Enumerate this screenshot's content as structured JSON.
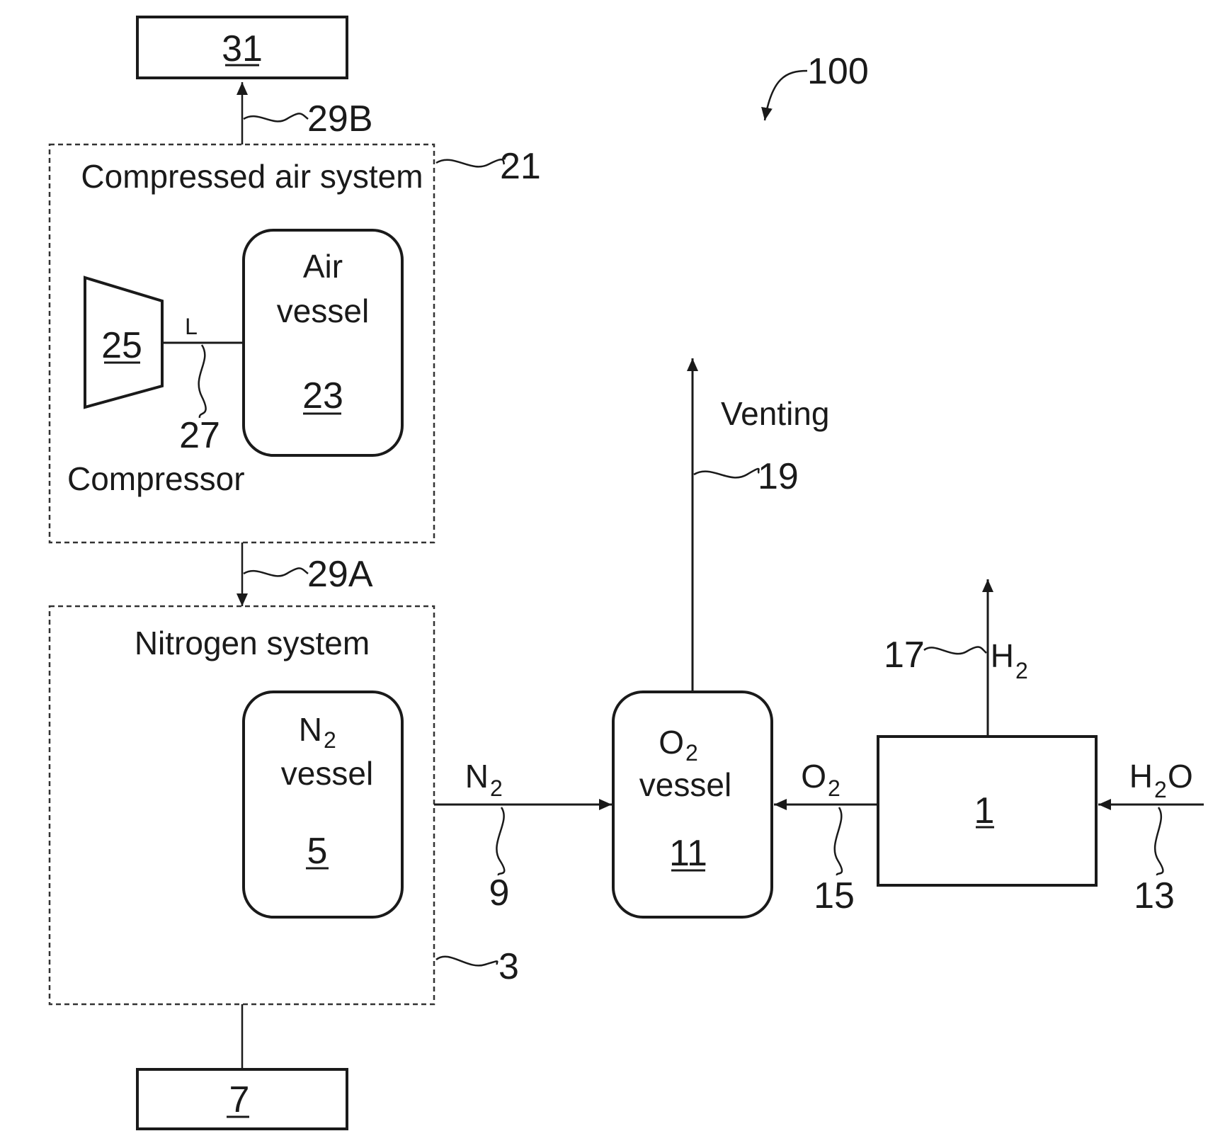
{
  "figure": {
    "ref_system": "100",
    "labels": {
      "compressed_air_system": "Compressed air system",
      "air_vessel_line1": "Air",
      "air_vessel_line2": "vessel",
      "compressor": "Compressor",
      "line_L": "L",
      "nitrogen_system": "Nitrogen system",
      "n2_vessel_main": "N",
      "n2_vessel_sub": "2",
      "n2_vessel_line2": "vessel",
      "o2_vessel_main": "O",
      "o2_vessel_sub": "2",
      "o2_vessel_line2": "vessel",
      "venting": "Venting",
      "flow_n2_main": "N",
      "flow_n2_sub": "2",
      "flow_o2_main": "O",
      "flow_o2_sub": "2",
      "flow_h2_main": "H",
      "flow_h2_sub": "2",
      "flow_h2o_h": "H",
      "flow_h2o_sub": "2",
      "flow_h2o_o": "O"
    },
    "refs": {
      "box_31": "31",
      "line_29B": "29B",
      "system_21": "21",
      "compressor_25": "25",
      "line_27": "27",
      "air_vessel_23": "23",
      "line_29A": "29A",
      "system_3": "3",
      "n2_vessel_5": "5",
      "box_7": "7",
      "line_9": "9",
      "o2_vessel_11": "11",
      "line_19": "19",
      "line_15": "15",
      "electrolyzer_1": "1",
      "line_17": "17",
      "line_13": "13"
    }
  }
}
